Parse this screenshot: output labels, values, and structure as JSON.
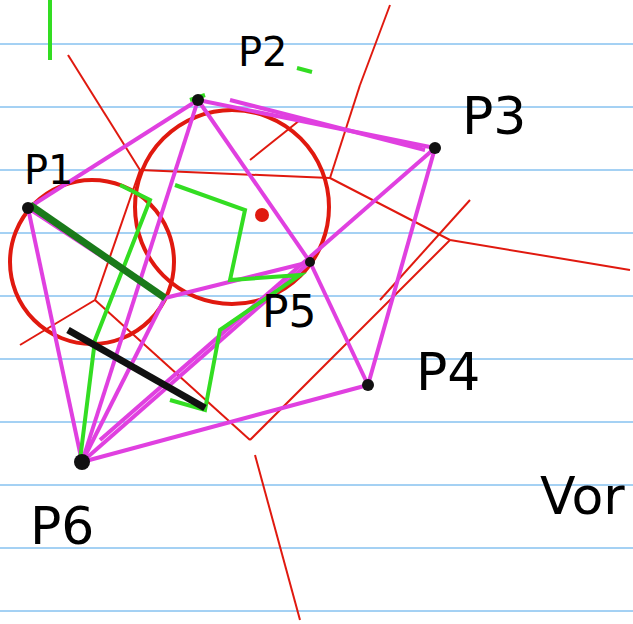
{
  "diagram": {
    "labels": [
      "P1",
      "P2",
      "P3",
      "P4",
      "P5",
      "P6",
      "Vor"
    ]
  }
}
